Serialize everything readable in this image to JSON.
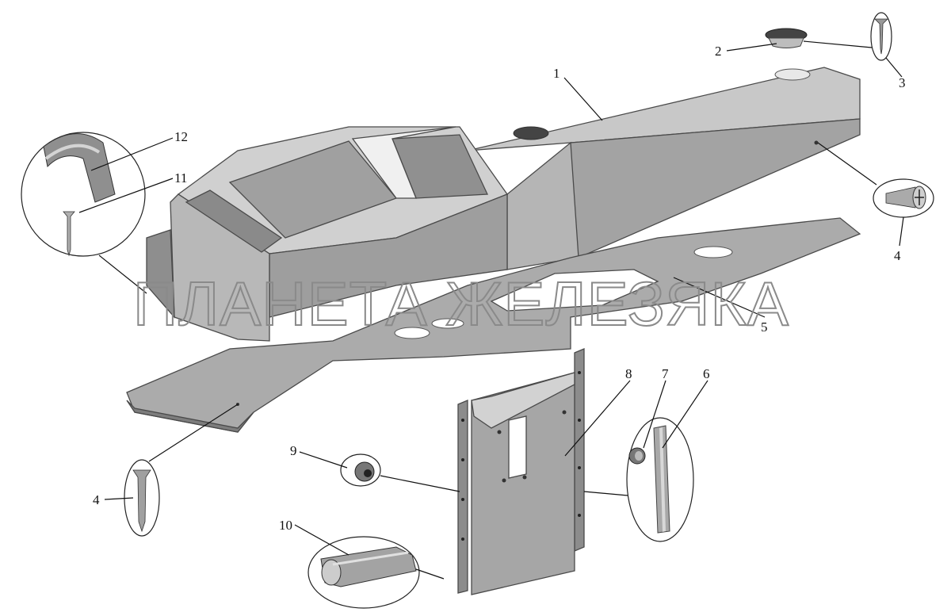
{
  "watermark": "ПЛАНЕТА ЖЕЛЕЗЯКА",
  "callouts": {
    "c1": "1",
    "c2": "2",
    "c3": "3",
    "c4a": "4",
    "c4b": "4",
    "c5": "5",
    "c6": "6",
    "c7": "7",
    "c8": "8",
    "c9": "9",
    "c10": "10",
    "c11": "11",
    "c12": "12"
  },
  "colors": {
    "part_fill": "#a9a9a9",
    "part_dark": "#7d7d7d",
    "part_light": "#d6d6d6",
    "line": "#111111",
    "watermark": "#8a8a8a"
  }
}
